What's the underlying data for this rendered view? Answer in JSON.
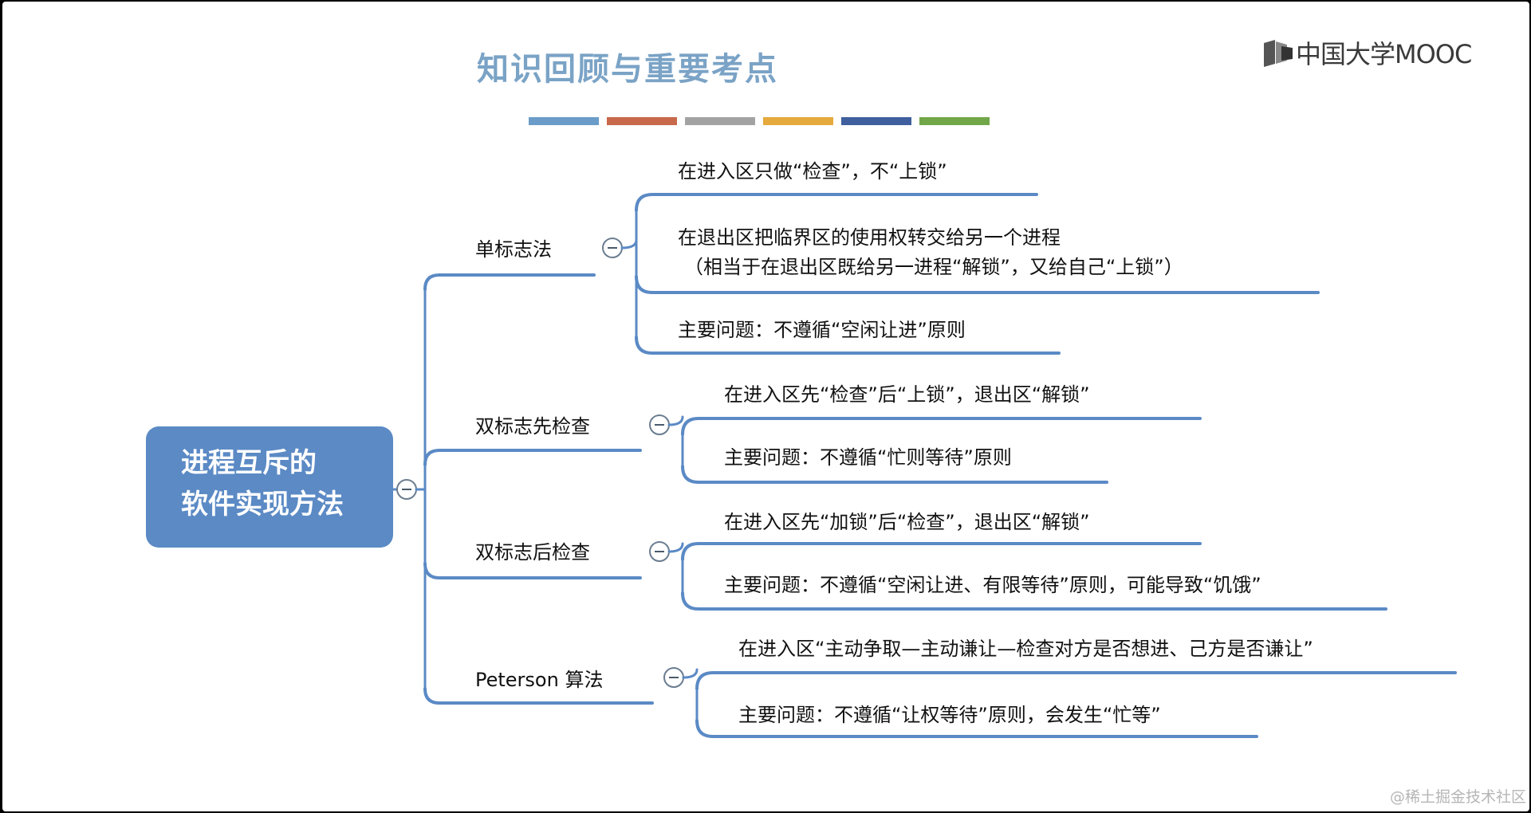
{
  "title": "知识回顾与重要考点",
  "color_bars": [
    "#6b9cc9",
    "#c8694b",
    "#a3a3a3",
    "#e6a93d",
    "#3f5f9e",
    "#72a749"
  ],
  "logo": {
    "text": "中国大学MOOC",
    "icon": "mooc-logo-icon"
  },
  "root": {
    "line1": "进程互斥的",
    "line2": "软件实现方法"
  },
  "branches": [
    {
      "label": "单标志法",
      "items": [
        {
          "text": "在进入区只做“检查”，不“上锁”"
        },
        {
          "text": "在退出区把临界区的使用权转交给另一个进程",
          "text2": "（相当于在退出区既给另一进程“解锁”，又给自己“上锁”）"
        },
        {
          "text": "主要问题：不遵循“空闲让进”原则"
        }
      ]
    },
    {
      "label": "双标志先检查",
      "items": [
        {
          "text": "在进入区先“检查”后“上锁”，退出区“解锁”"
        },
        {
          "text": "主要问题：不遵循“忙则等待”原则"
        }
      ]
    },
    {
      "label": "双标志后检查",
      "items": [
        {
          "text": "在进入区先“加锁”后“检查”，退出区“解锁”"
        },
        {
          "text": "主要问题：不遵循“空闲让进、有限等待”原则，可能导致“饥饿”"
        }
      ]
    },
    {
      "label": "Peterson 算法",
      "items": [
        {
          "text": "在进入区“主动争取—主动谦让—检查对方是否想进、己方是否谦让”"
        },
        {
          "text": "主要问题：不遵循“让权等待”原则，会发生“忙等”"
        }
      ]
    }
  ],
  "watermark": "@稀土掘金技术社区",
  "colors": {
    "line": "#5b8ac5",
    "root_fill": "#5b8ac5",
    "title": "#7aa3c6"
  }
}
